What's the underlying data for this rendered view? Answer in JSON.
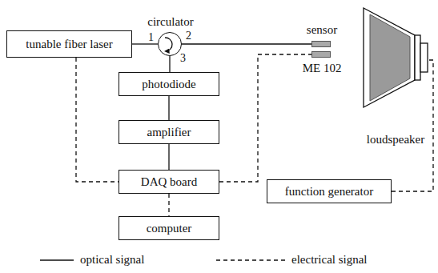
{
  "diagram": {
    "nodes": [
      {
        "text": [
          "tunable fiber laser"
        ]
      },
      {
        "text": [
          "circulator"
        ]
      },
      {
        "text": [
          "photodiode"
        ]
      },
      {
        "text": [
          "amplifier"
        ]
      },
      {
        "text": [
          "DAQ board"
        ]
      },
      {
        "text": [
          "computer"
        ]
      },
      {
        "text": [
          "sensor"
        ]
      },
      {
        "text": [
          "ME 102"
        ]
      },
      {
        "text": [
          "loudspeaker"
        ]
      },
      {
        "text": [
          "function generator"
        ]
      }
    ],
    "edges": [
      {
        "from": 0,
        "to": 1,
        "arrow": "none"
      },
      {
        "from": 1,
        "to": 6,
        "arrow": "none"
      },
      {
        "from": 1,
        "to": 2,
        "arrow": "none"
      },
      {
        "from": 2,
        "to": 3,
        "arrow": "none"
      },
      {
        "from": 3,
        "to": 4,
        "arrow": "none"
      },
      {
        "from": 4,
        "to": 5,
        "arrow": "none"
      },
      {
        "from": 0,
        "to": 4,
        "arrow": "none"
      },
      {
        "from": 4,
        "to": 7,
        "arrow": "none"
      },
      {
        "from": 9,
        "to": 8,
        "arrow": "none"
      }
    ],
    "labels": [
      "1",
      "2",
      "3"
    ],
    "legend": [
      {
        "text": "optical signal"
      },
      {
        "text": "electrical signal"
      }
    ]
  }
}
